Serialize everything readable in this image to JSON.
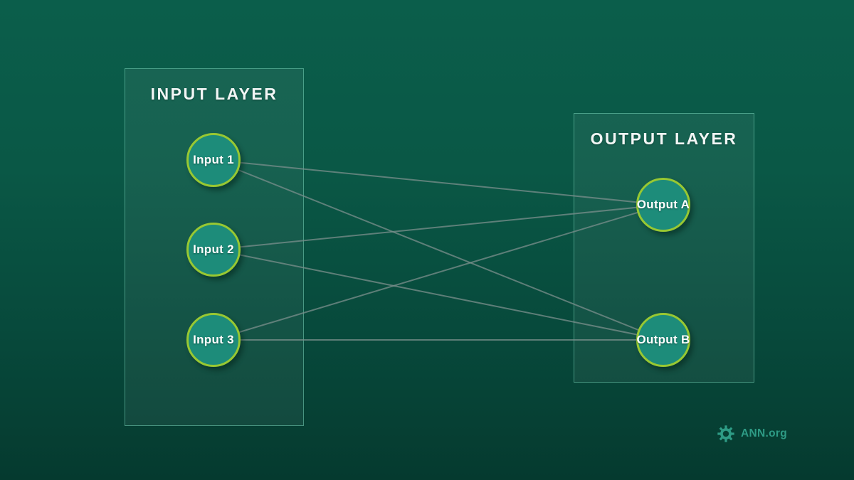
{
  "diagram": {
    "type": "neural-network",
    "input_layer": {
      "title": "INPUT LAYER",
      "nodes": [
        {
          "label": "Input 1"
        },
        {
          "label": "Input 2"
        },
        {
          "label": "Input 3"
        }
      ]
    },
    "output_layer": {
      "title": "OUTPUT LAYER",
      "nodes": [
        {
          "label": "Output A"
        },
        {
          "label": "Output B"
        }
      ]
    },
    "connections": [
      {
        "from": "Input 1",
        "to": "Output A"
      },
      {
        "from": "Input 1",
        "to": "Output B"
      },
      {
        "from": "Input 2",
        "to": "Output A"
      },
      {
        "from": "Input 2",
        "to": "Output B"
      },
      {
        "from": "Input 3",
        "to": "Output A"
      },
      {
        "from": "Input 3",
        "to": "Output B"
      }
    ]
  },
  "branding": {
    "logo_icon": "gear-icon",
    "logo_text": "ANN.org"
  },
  "colors": {
    "background_top": "#0b5e4b",
    "background_bottom": "#053a2f",
    "panel_border": "#7ddbc0",
    "node_fill": "#1d8c7a",
    "node_border": "#98c832",
    "connection_line": "#7b8f8c",
    "title_text": "#f2f6f5",
    "node_text": "#ffffff",
    "logo": "#2e9b85"
  }
}
